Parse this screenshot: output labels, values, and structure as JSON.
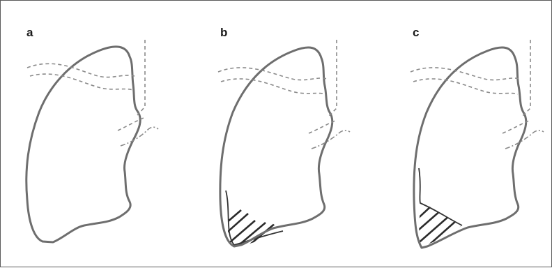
{
  "panels": [
    {
      "label": "a"
    },
    {
      "label": "b"
    },
    {
      "label": "c"
    }
  ],
  "colors": {
    "outline": "#6e6e6e",
    "hatch": "#2b2b2b",
    "dash": "#8a8a8a",
    "border": "#5a5a5a"
  }
}
